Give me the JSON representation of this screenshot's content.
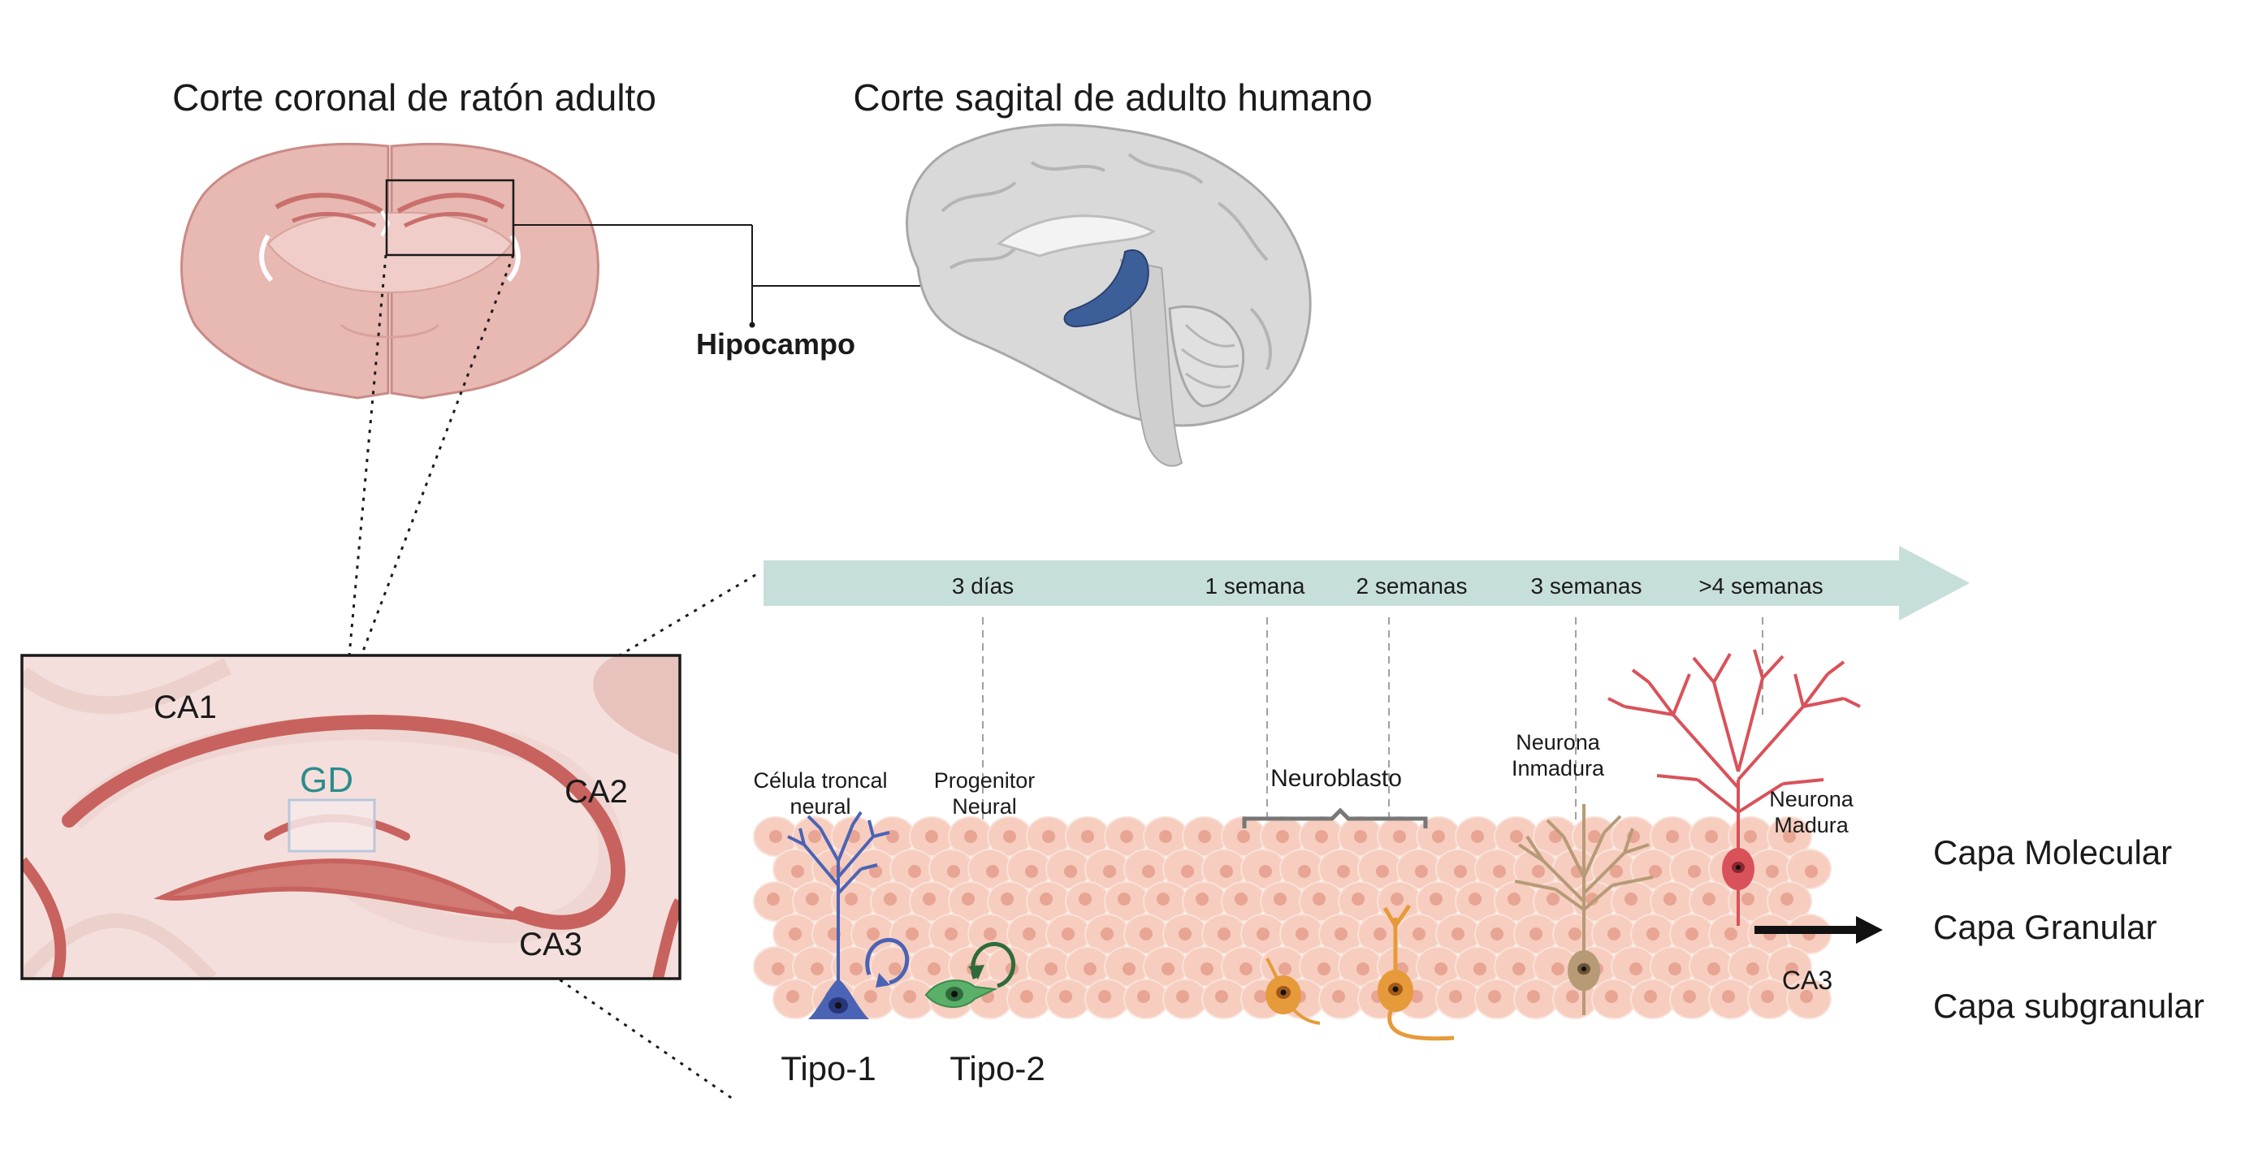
{
  "titles": {
    "mouse": "Corte coronal de ratón adulto",
    "human": "Corte sagital de adulto humano"
  },
  "hippocampus_label": "Hipocampo",
  "regions": {
    "ca1": "CA1",
    "ca2": "CA2",
    "ca3": "CA3",
    "gd": "GD"
  },
  "timeline": {
    "stages": [
      "3 días",
      "1 semana",
      "2 semanas",
      "3 semanas",
      ">4 semanas"
    ]
  },
  "cells": {
    "stem_line1": "Célula troncal",
    "stem_line2": "neural",
    "progenitor_line1": "Progenitor",
    "progenitor_line2": "Neural",
    "neuroblast": "Neuroblasto",
    "immature_line1": "Neurona",
    "immature_line2": "Inmadura",
    "mature_line1": "Neurona",
    "mature_line2": "Madura",
    "type1": "Tipo-1",
    "type2": "Tipo-2",
    "ca3_target": "CA3"
  },
  "layers": [
    "Capa Molecular",
    "Capa Granular",
    "Capa subgranular"
  ],
  "colors": {
    "tissue": "#f6cdbf",
    "tissue_nucleus": "#e8a594",
    "arrow": "#c7dfdb",
    "hippocampus_blue": "#3d5f99",
    "gd_teal": "#2a8c8c",
    "stem": "#4b63b5",
    "progenitor": "#5bb069",
    "neuroblast": "#e69a3a",
    "immature": "#b79a76",
    "mature": "#d9525a",
    "mouse_brain": "#e8b8b3",
    "human_brain": "#d9d9d9"
  }
}
